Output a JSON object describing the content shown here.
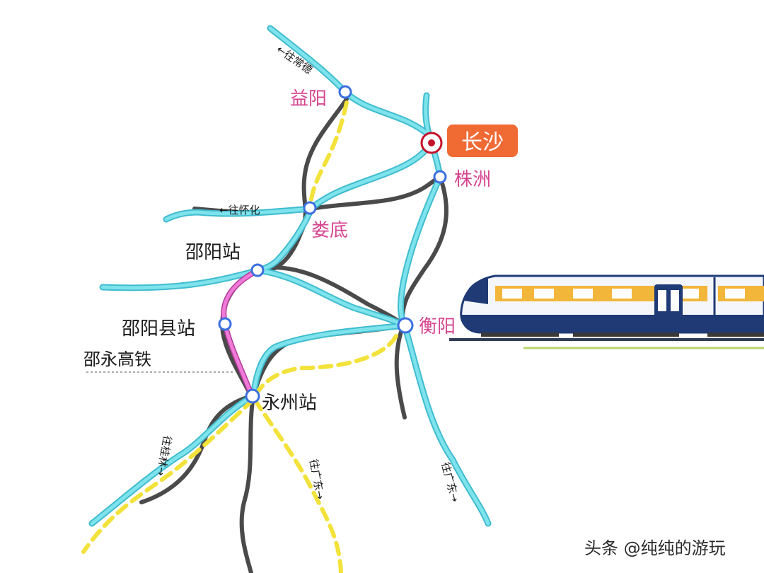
{
  "colors": {
    "hsr_line": "#7fe3ec",
    "hsr_line_outline": "#3fbccf",
    "conventional_rail": "#4a4a4a",
    "planned_line": "#f2e23a",
    "shaoyong_hsr": "#e75bc6",
    "city_label": "#d6458f",
    "capital_badge": "#f06a34",
    "capital_marker": "#c3122a"
  },
  "map": {
    "capital": {
      "label": "长沙",
      "icon": "capital-star-icon"
    },
    "cities": {
      "yiyang": "益阳",
      "zhuzhou": "株洲",
      "loudi": "娄底",
      "hengyang": "衡阳"
    },
    "stations": {
      "shaoyang": "邵阳站",
      "shaoyang_county": "邵阳县站",
      "yongzhou": "永州站"
    },
    "line_label": "邵永高铁",
    "directions": {
      "changde": "←往常德",
      "huaihua": "←往怀化",
      "guilin": "往桂林→",
      "guangdong_1": "往广东→",
      "guangdong_2": "往广东→"
    },
    "icons": {
      "station": "station-ring-icon",
      "train": "train-illustration"
    }
  },
  "watermark": "头条 @纯纯的游玩"
}
